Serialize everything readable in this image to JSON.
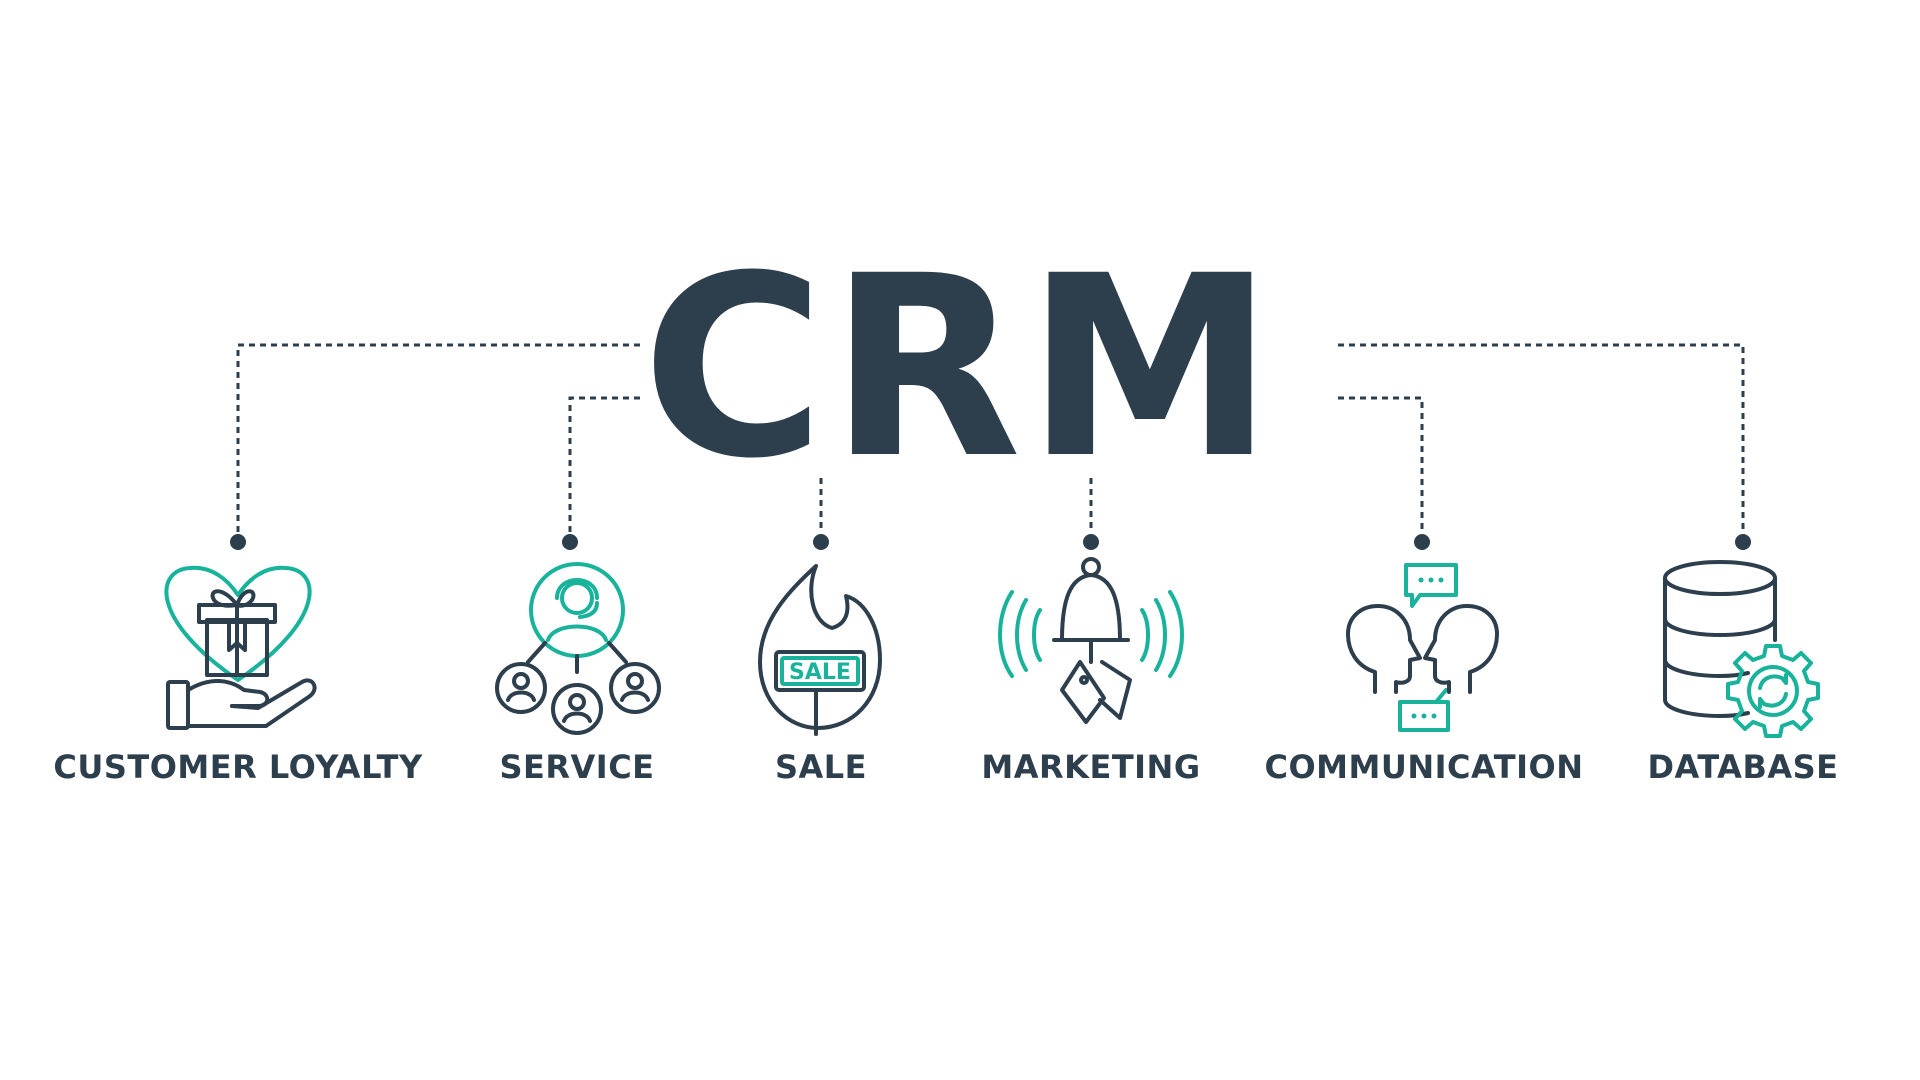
{
  "title": "CRM",
  "colors": {
    "primary": "#2d3e4d",
    "accent": "#19b39b",
    "background": "#ffffff"
  },
  "items": [
    {
      "label": "CUSTOMER LOYALTY",
      "icon": "hand-gift-heart-icon"
    },
    {
      "label": "SERVICE",
      "icon": "support-agent-network-icon"
    },
    {
      "label": "SALE",
      "icon": "flame-sale-sign-icon"
    },
    {
      "label": "MARKETING",
      "icon": "bell-price-tags-icon"
    },
    {
      "label": "COMMUNICATION",
      "icon": "two-heads-chat-icon"
    },
    {
      "label": "DATABASE",
      "icon": "database-gear-icon"
    }
  ]
}
